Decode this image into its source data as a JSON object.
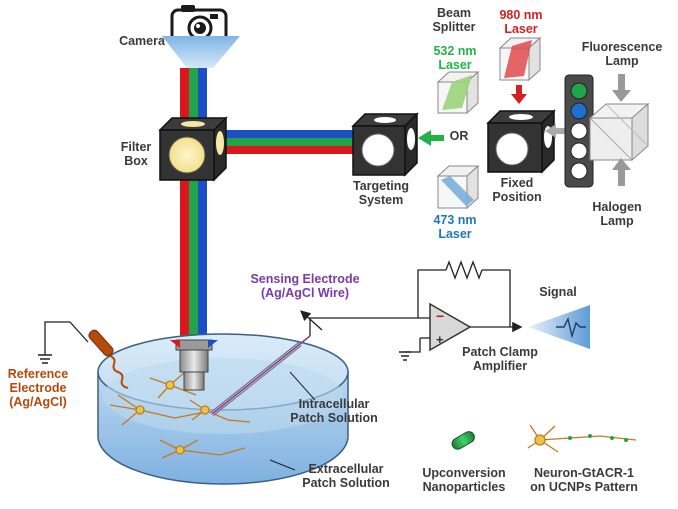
{
  "colors": {
    "red_beam": "#d9181d",
    "green_beam": "#21a34a",
    "blue_beam": "#1d4fc4",
    "laser_green": "#21b24a",
    "laser_blue": "#1f77c0",
    "laser_red": "#d42020",
    "reference_label": "#b54a0a",
    "sensing_label": "#7a3aa8",
    "text_dark": "#3a3a3a"
  },
  "labels": {
    "camera": "Camera",
    "beam_splitter_1": "Beam",
    "beam_splitter_2": "Splitter",
    "laser_980_1": "980 nm",
    "laser_980_2": "Laser",
    "laser_532_1": "532 nm",
    "laser_532_2": "Laser",
    "fluorescence_lamp_1": "Fluorescence",
    "fluorescence_lamp_2": "Lamp",
    "filter_box_1": "Filter",
    "filter_box_2": "Box",
    "or_text": "OR",
    "targeting_1": "Targeting",
    "targeting_2": "System",
    "fixed_1": "Fixed",
    "fixed_2": "Position",
    "halogen_1": "Halogen",
    "halogen_2": "Lamp",
    "laser_473_1": "473 nm",
    "laser_473_2": "Laser",
    "sensing_1": "Sensing Electrode",
    "sensing_2": "(Ag/AgCl Wire)",
    "signal": "Signal",
    "patch_clamp_1": "Patch Clamp",
    "patch_clamp_2": "Amplifier",
    "reference_1": "Reference",
    "reference_2": "Electrode",
    "reference_3": "(Ag/AgCl)",
    "intracellular_1": "Intracellular",
    "intracellular_2": "Patch Solution",
    "extracellular_1": "Extracellular",
    "extracellular_2": "Patch Solution",
    "upconversion_1": "Upconversion",
    "upconversion_2": "Nanoparticles",
    "neuron_1": "Neuron-GtACR-1",
    "neuron_2": "on UCNPs  Pattern"
  }
}
